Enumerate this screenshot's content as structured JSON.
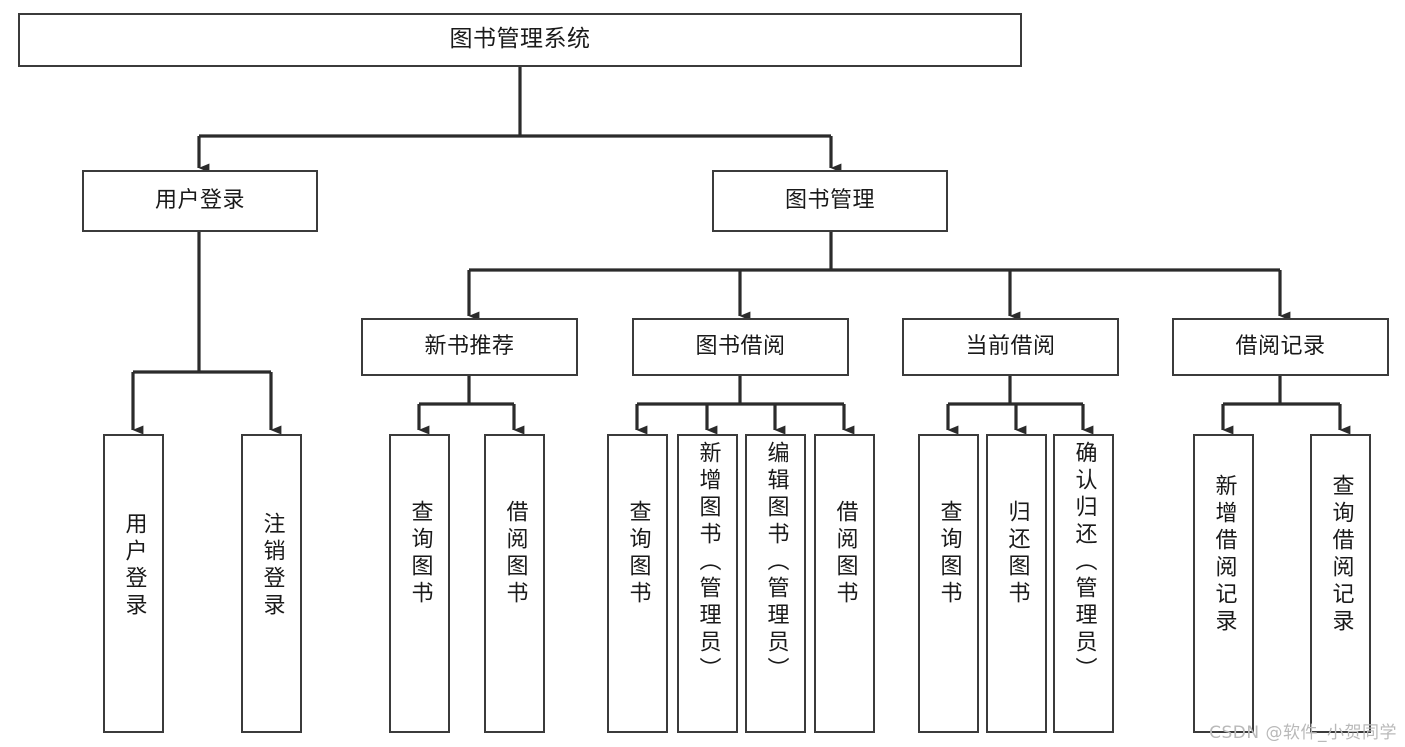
{
  "diagram": {
    "type": "tree-hierarchy",
    "title": "图书管理系统",
    "orientation": "top-down",
    "colors": {
      "box_border": "#3b3b3b",
      "box_fill": "#ffffff",
      "connector": "#2b2b2b",
      "text": "#1a1a1a",
      "watermark": "#b9b9b9",
      "background": "#ffffff"
    },
    "levels": {
      "level1": [
        "图书管理系统"
      ],
      "level2": [
        "用户登录",
        "图书管理"
      ],
      "level3": [
        "新书推荐",
        "图书借阅",
        "当前借阅",
        "借阅记录"
      ],
      "level4": [
        "用户登录",
        "注销登录",
        "查询图书",
        "借阅图书",
        "查询图书",
        "新增图书（管理员）",
        "编辑图书（管理员）",
        "借阅图书",
        "查询图书",
        "归还图书",
        "确认归还（管理员）",
        "新增借阅记录",
        "查询借阅记录"
      ]
    },
    "nodes": {
      "root": {
        "label": "图书管理系统"
      },
      "level2": [
        {
          "label": "用户登录"
        },
        {
          "label": "图书管理"
        }
      ],
      "level3": [
        {
          "label": "新书推荐"
        },
        {
          "label": "图书借阅"
        },
        {
          "label": "当前借阅"
        },
        {
          "label": "借阅记录"
        }
      ],
      "leaves": [
        {
          "label": "用户登录"
        },
        {
          "label": "注销登录"
        },
        {
          "label": "查询图书"
        },
        {
          "label": "借阅图书"
        },
        {
          "label": "查询图书"
        },
        {
          "label": "新增图书（管理员）"
        },
        {
          "label": "编辑图书（管理员）"
        },
        {
          "label": "借阅图书"
        },
        {
          "label": "查询图书"
        },
        {
          "label": "归还图书"
        },
        {
          "label": "确认归还（管理员）"
        },
        {
          "label": "新增借阅记录"
        },
        {
          "label": "查询借阅记录"
        }
      ]
    },
    "watermark": "CSDN @软件_小贺同学"
  }
}
